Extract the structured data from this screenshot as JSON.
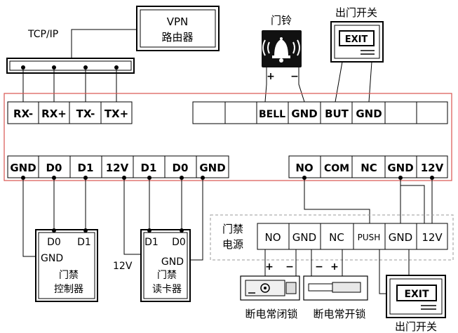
{
  "vpn_box": {
    "line1": "VPN",
    "line2": "路由器"
  },
  "tcpip_label": "TCP/IP",
  "bell_device": {
    "label": "门铃",
    "plus": "+",
    "minus": "−"
  },
  "exit_top": {
    "label": "出门开关",
    "sign": "EXIT"
  },
  "top_terminals_left": [
    "RX-",
    "RX+",
    "TX-",
    "TX+"
  ],
  "top_terminals_right": [
    "",
    "",
    "BELL",
    "GND",
    "BUT",
    "GND",
    "",
    ""
  ],
  "bottom_terminals_left": [
    "GND",
    "D0",
    "D1",
    "12V",
    "D1",
    "D0",
    "GND"
  ],
  "bottom_terminals_right": [
    "NO",
    "COM",
    "NC",
    "GND",
    "12V"
  ],
  "controller_box": {
    "d0": "D0",
    "d1": "D1",
    "gnd": "GND",
    "name_line1": "门禁",
    "name_line2": "控制器"
  },
  "reader_box": {
    "d1": "D1",
    "d0": "D0",
    "gnd": "GND",
    "name_line1": "门禁",
    "name_line2": "读卡器",
    "v12": "12V"
  },
  "power_supply": {
    "label_line1": "门禁",
    "label_line2": "电源",
    "terminals": [
      "NO",
      "GND",
      "NC",
      "PUSH",
      "GND",
      "12V"
    ]
  },
  "lock_nc": {
    "label": "断电常闭锁",
    "plus": "+",
    "minus": "−"
  },
  "lock_no": {
    "label": "断电常开锁",
    "minus": "−",
    "plus": "+"
  },
  "exit_bottom": {
    "label": "出门开关",
    "sign": "EXIT"
  }
}
